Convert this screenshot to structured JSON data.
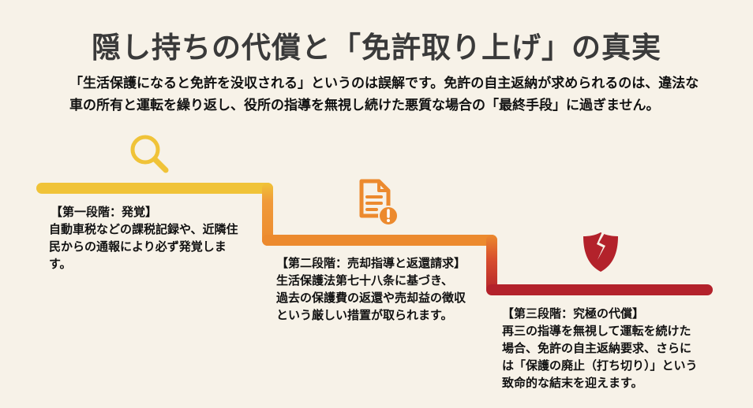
{
  "title": "隠し持ちの代償と「免許取り上げ」の真実",
  "intro": "「生活保護になると免許を没収される」というのは誤解です。免許の自主返納が求められるのは、違法な車の所有と運転を繰り返し、役所の指導を無視し続けた悪質な場合の「最終手段」に過ぎません。",
  "colors": {
    "background": "#f7f2e8",
    "stage1": "#f0c338",
    "stage2": "#ec8a2e",
    "stage3": "#b3222b",
    "title_text": "#3a3a3a"
  },
  "stages": [
    {
      "icon": "magnifying-glass-icon",
      "heading": "【第一段階：発覚】",
      "lines": [
        "自動車税などの課税記録や、近隣住",
        "民からの通報により必ず発覚しま",
        "す。"
      ]
    },
    {
      "icon": "document-warning-icon",
      "heading": "【第二段階：売却指導と返還請求】",
      "lines": [
        "生活保護法第七十八条に基づき、",
        "過去の保護費の返還や売却益の徴収",
        "という厳しい措置が取られます。"
      ]
    },
    {
      "icon": "broken-shield-icon",
      "heading": "【第三段階：究極の代償】",
      "lines": [
        "再三の指導を無視して運転を続けた",
        "場合、免許の自主返納要求、さらに",
        "は「保護の廃止（打ち切り）」という",
        "致命的な結末を迎えます。"
      ]
    }
  ]
}
